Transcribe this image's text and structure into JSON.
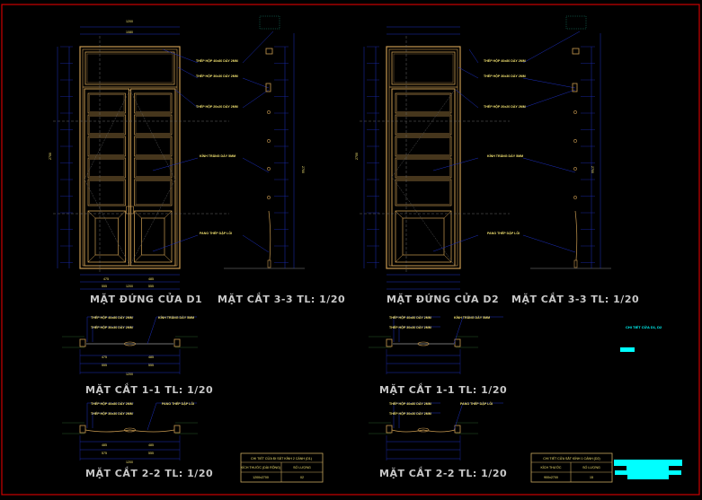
{
  "colors": {
    "background": "#000000",
    "frame": "#c89a50",
    "dimension": "#1c2fbf",
    "text": "#f0e070",
    "title": "#c8c8c8",
    "border": "#cc0000",
    "highlight": "#00ffff"
  },
  "d1": {
    "title": "MẶT ĐỨNG CỬA D1",
    "notes": [
      "THÉP HỘP 40x80 DÀY 2MM",
      "THÉP HỘP 30x30 DÀY 2MM",
      "THÉP HỘP 20x20 DÀY 2MM",
      "KÍNH TRẮNG DÀY 5MM",
      "PANO THÉP DẬP LỖI"
    ],
    "dims_top": [
      "1200",
      "1080"
    ],
    "dims_bottom": [
      "475",
      "485",
      "555",
      "555",
      "1200"
    ],
    "height_total": "2700"
  },
  "d2": {
    "title": "MẶT ĐỨNG CỬA D2",
    "notes": [
      "THÉP HỘP 40x80 DÀY 2MM",
      "THÉP HỘP 30x30 DÀY 2MM",
      "THÉP HỘP 20x20 DÀY 2MM",
      "KÍNH TRẮNG DÀY 5MM",
      "PANO THÉP DẬP LỖI"
    ],
    "height_total": "2700"
  },
  "sections": {
    "s33": "MẶT CẮT 3-3  TL: 1/20",
    "s11": "MẶT CẮT 1-1  TL: 1/20",
    "s22": "MẶT CẮT 2-2  TL: 1/20",
    "s11_notes": [
      "THÉP HỘP 40x80 DÀY 2MM",
      "THÉP HỘP 30x30 DÀY 2MM",
      "KÍNH TRẮNG DÀY 5MM"
    ],
    "s22_notes": [
      "THÉP HỘP 40x80 DÀY 2MM",
      "THÉP HỘP 30x30 DÀY 2MM",
      "PANO THÉP DẬP LỖI"
    ],
    "s11_dims": [
      "475",
      "485",
      "555",
      "555",
      "1200"
    ],
    "s22_dims": [
      "485",
      "485",
      "575",
      "555",
      "1200"
    ]
  },
  "table_d1": {
    "title": "CHI TIẾT CỬA ĐI SẮT KÍNH 2 CÁNH (D1)",
    "col1": "KÍCH THƯỚC (DÀI RỘNG)",
    "col2": "SỐ LƯỢNG",
    "val1": "1200x2700",
    "val2": "02"
  },
  "table_d2": {
    "title": "CHI TIẾT CỬA SẮT KÍNH 1 CÁNH (D2)",
    "col1": "KÍCH THƯỚC",
    "col2": "SỐ LƯỢNG",
    "val1": "900x2700",
    "val2": "15"
  },
  "side_label": "CHI TIẾT CỬA D1, D2"
}
